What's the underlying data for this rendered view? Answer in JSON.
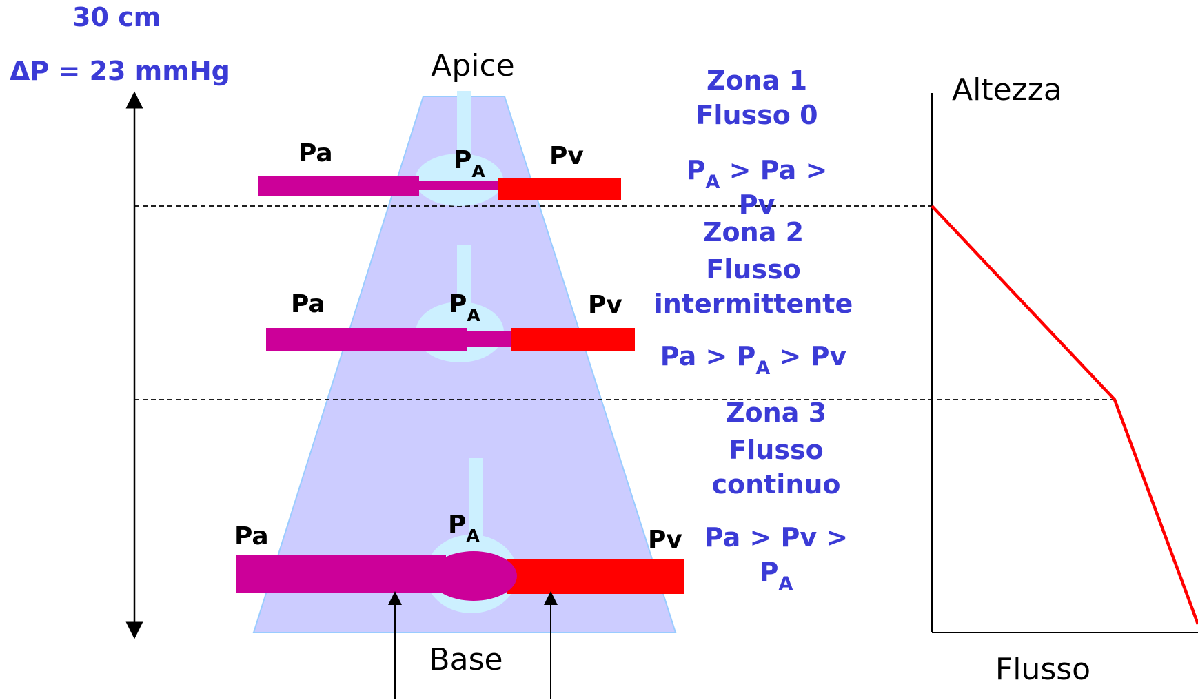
{
  "header": {
    "height_label": "30 cm",
    "delta_prefix": "ΔP",
    "delta_value": "= 23 mmHg"
  },
  "lung": {
    "apex_label": "Apice",
    "base_label": "Base"
  },
  "vessels": {
    "pa": "Pa",
    "pv": "Pv",
    "pA_main": "P",
    "pA_sub": "A"
  },
  "zones": [
    {
      "title": "Zona 1",
      "flow_lines": [
        "Flusso 0"
      ],
      "relation_line1": [
        {
          "t": "P"
        },
        {
          "t": "A",
          "sub": true
        },
        {
          "t": " > Pa >"
        }
      ],
      "relation_line2": [
        {
          "t": "Pv"
        }
      ]
    },
    {
      "title": "Zona 2",
      "flow_lines": [
        "Flusso",
        "intermittente"
      ],
      "relation_line1": [
        {
          "t": "Pa > P"
        },
        {
          "t": "A",
          "sub": true
        },
        {
          "t": " > Pv"
        }
      ],
      "relation_line2": []
    },
    {
      "title": "Zona 3",
      "flow_lines": [
        "Flusso",
        "continuo"
      ],
      "relation_line1": [
        {
          "t": "Pa > Pv >"
        }
      ],
      "relation_line2": [
        {
          "t": "P"
        },
        {
          "t": "A",
          "sub": true
        }
      ]
    }
  ],
  "graph": {
    "y_label": "Altezza",
    "x_label": "Flusso",
    "line_color": "#ff0000"
  },
  "colors": {
    "lung_fill": "#ccccff",
    "lung_stroke": "#99ccff",
    "alveolus": "#ccf0ff",
    "arterial": "#cc0099",
    "venous": "#ff0000",
    "text_blue": "#3b3bd6"
  }
}
